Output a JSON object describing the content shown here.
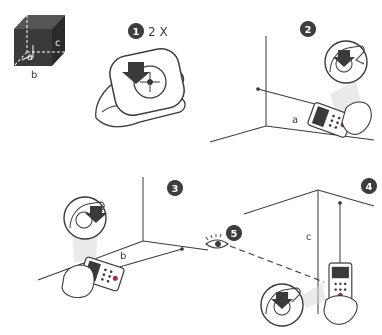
{
  "cube": {
    "label_a": "a",
    "label_b": "b",
    "label_c": "c"
  },
  "steps": [
    {
      "number": "1",
      "caption": "2 X"
    },
    {
      "number": "2",
      "wall_label": "a"
    },
    {
      "number": "3",
      "wall_label": "b"
    },
    {
      "number": "4",
      "wall_label": "c"
    },
    {
      "number": "5"
    }
  ],
  "colors": {
    "ink": "#3a3a3a",
    "badge": "#3d3d3d",
    "line": "#555555",
    "accent": "#d9d9d9"
  },
  "icons": [
    "cube-icon",
    "hand-icon",
    "measure-device-icon",
    "press-button-icon",
    "eye-icon"
  ]
}
